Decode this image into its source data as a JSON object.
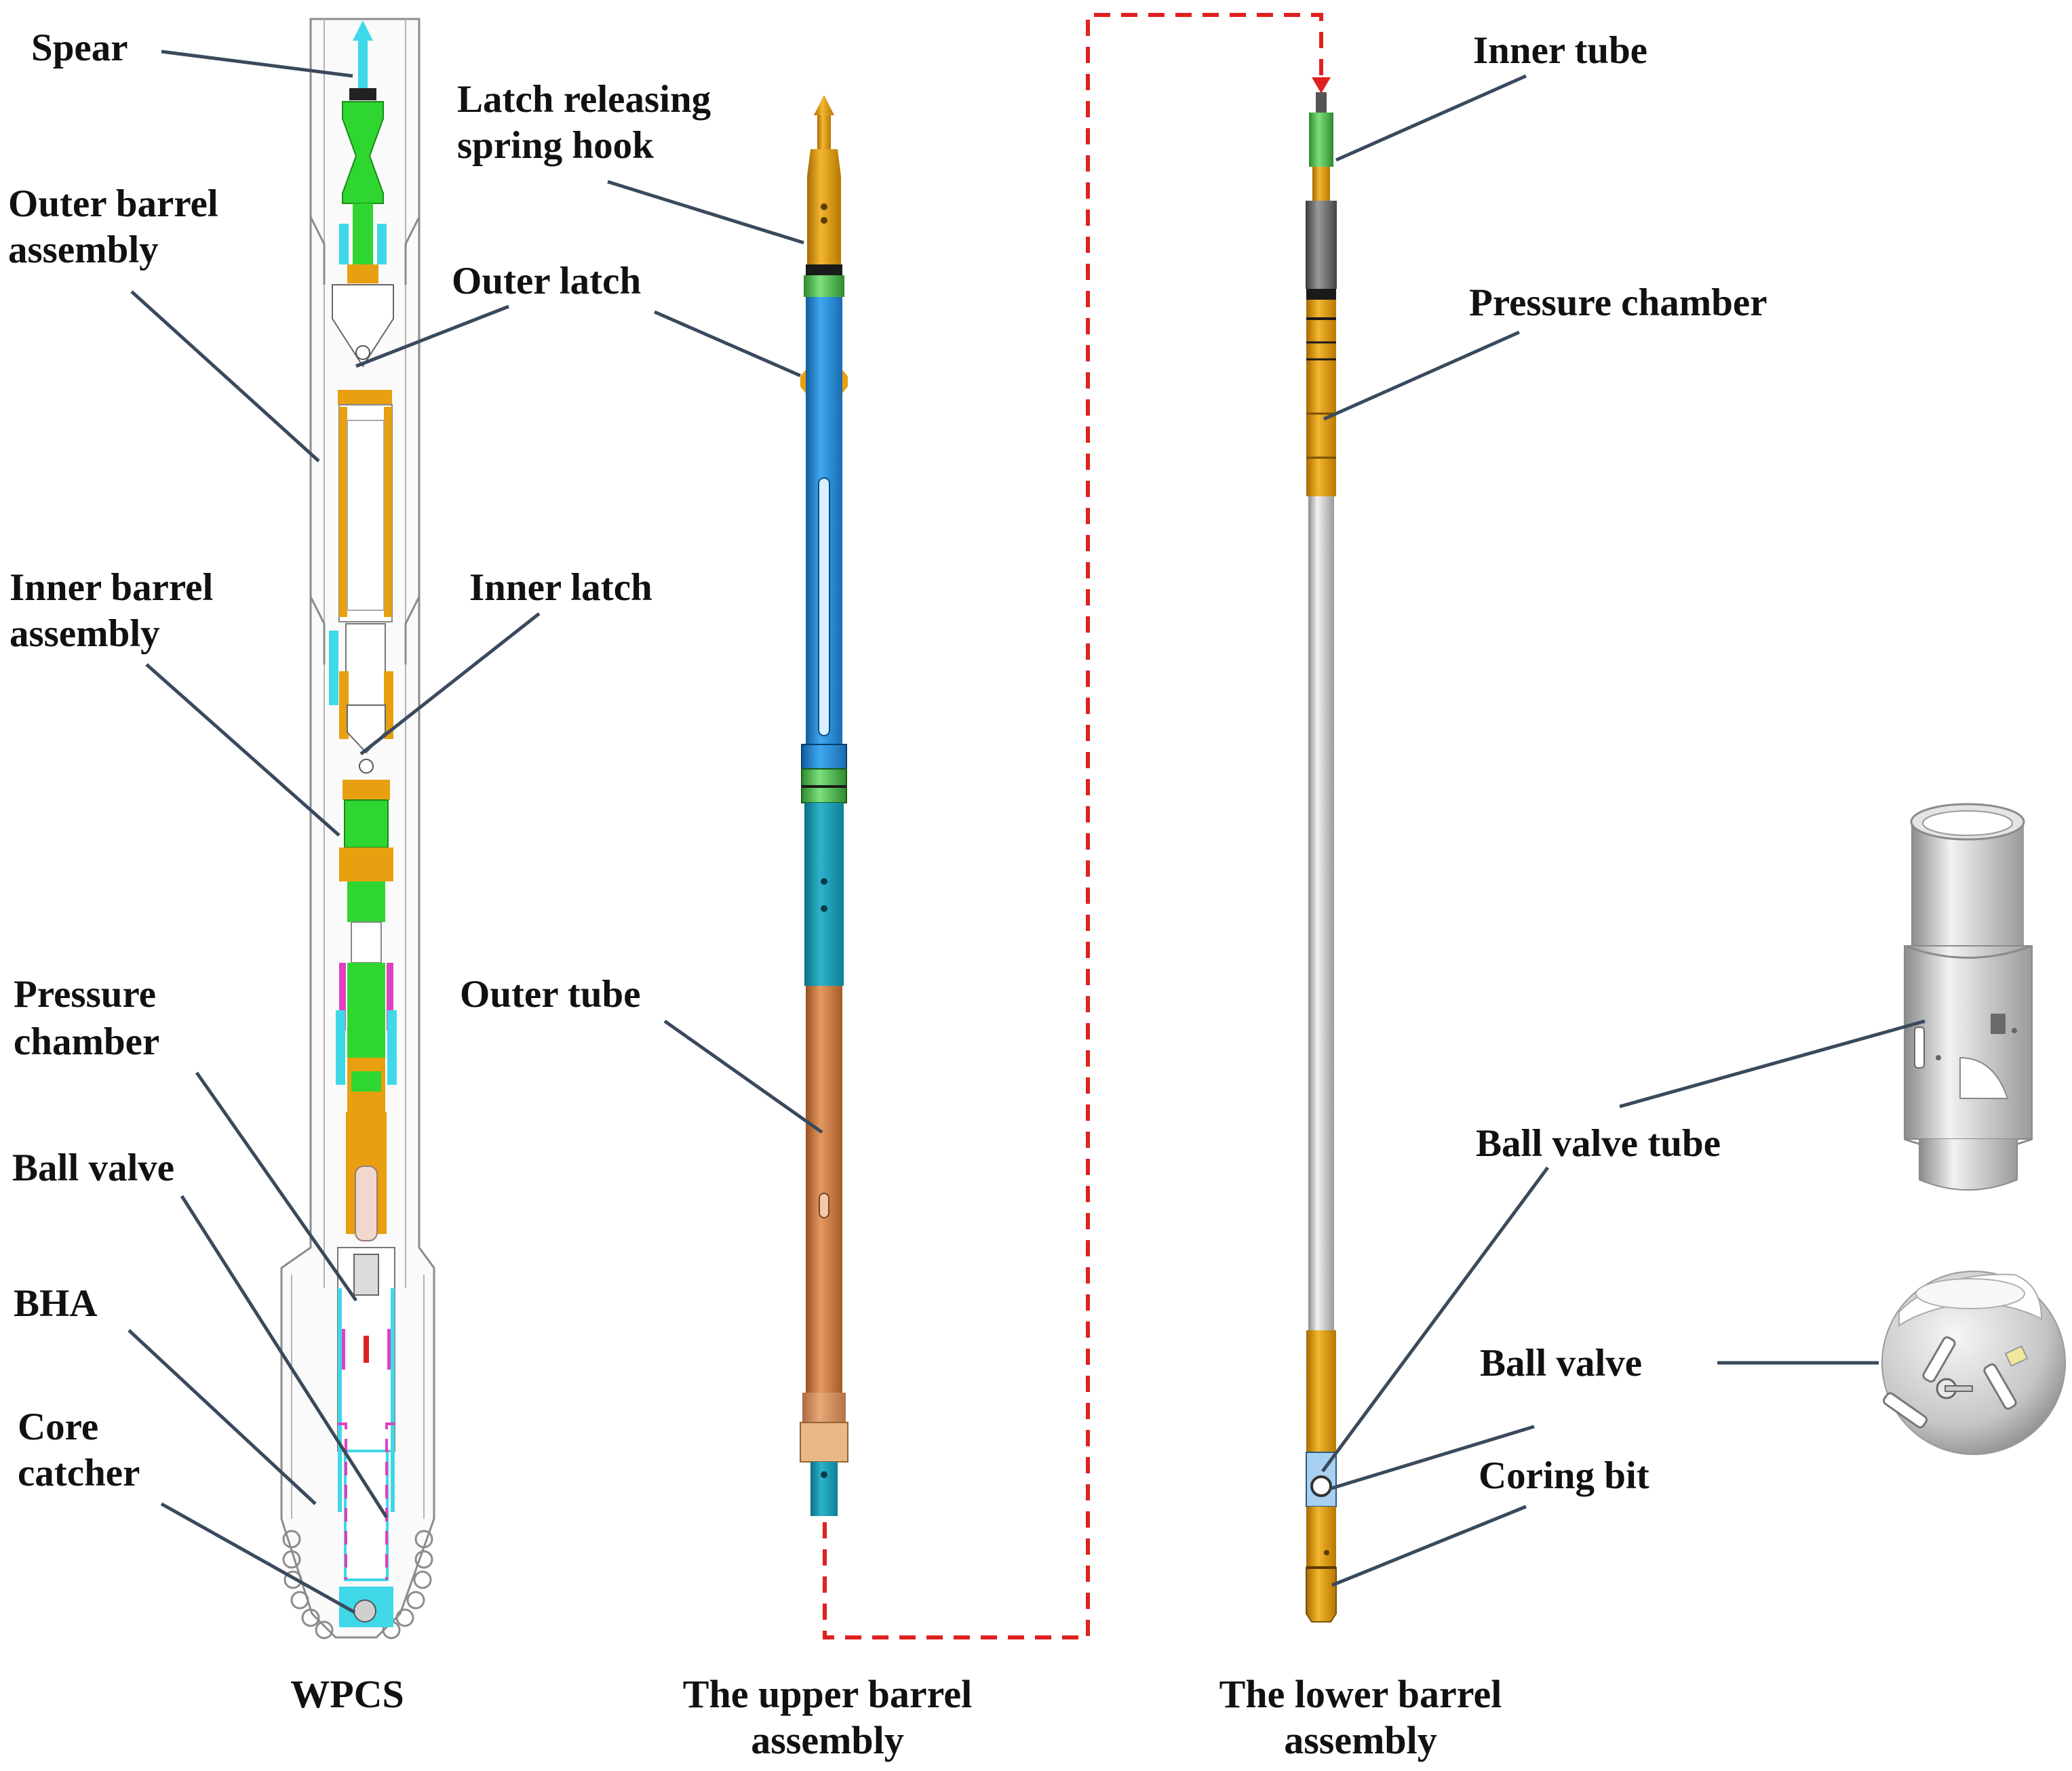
{
  "labels": {
    "spear": "Spear",
    "outer_barrel_1": "Outer barrel",
    "outer_barrel_2": "assembly",
    "inner_barrel_1": "Inner barrel",
    "inner_barrel_2": "assembly",
    "pressure_chamber_left_1": "Pressure",
    "pressure_chamber_left_2": "chamber",
    "ball_valve_left": "Ball valve",
    "bha": "BHA",
    "core_catcher_1": "Core",
    "core_catcher_2": "catcher",
    "latch_spring_1": "Latch releasing",
    "latch_spring_2": "spring hook",
    "outer_latch": "Outer latch",
    "inner_latch": "Inner latch",
    "outer_tube": "Outer tube",
    "inner_tube": "Inner tube",
    "pressure_chamber_right": "Pressure chamber",
    "ball_valve_tube": "Ball valve tube",
    "ball_valve_right": "Ball valve",
    "coring_bit": "Coring bit"
  },
  "captions": {
    "wpcs": "WPCS",
    "upper_1": "The upper barrel",
    "upper_2": "assembly",
    "lower_1": "The lower barrel",
    "lower_2": "assembly"
  },
  "colors": {
    "leader": "#3a4a5c",
    "connector": "#e02020",
    "orange": "#e8a010",
    "blue": "#2f8fd8",
    "copper": "#d4864a",
    "green": "#2fd62f",
    "cyan": "#3fd8e8",
    "silver": "#c8c8c8",
    "teal": "#1aa0b0"
  }
}
